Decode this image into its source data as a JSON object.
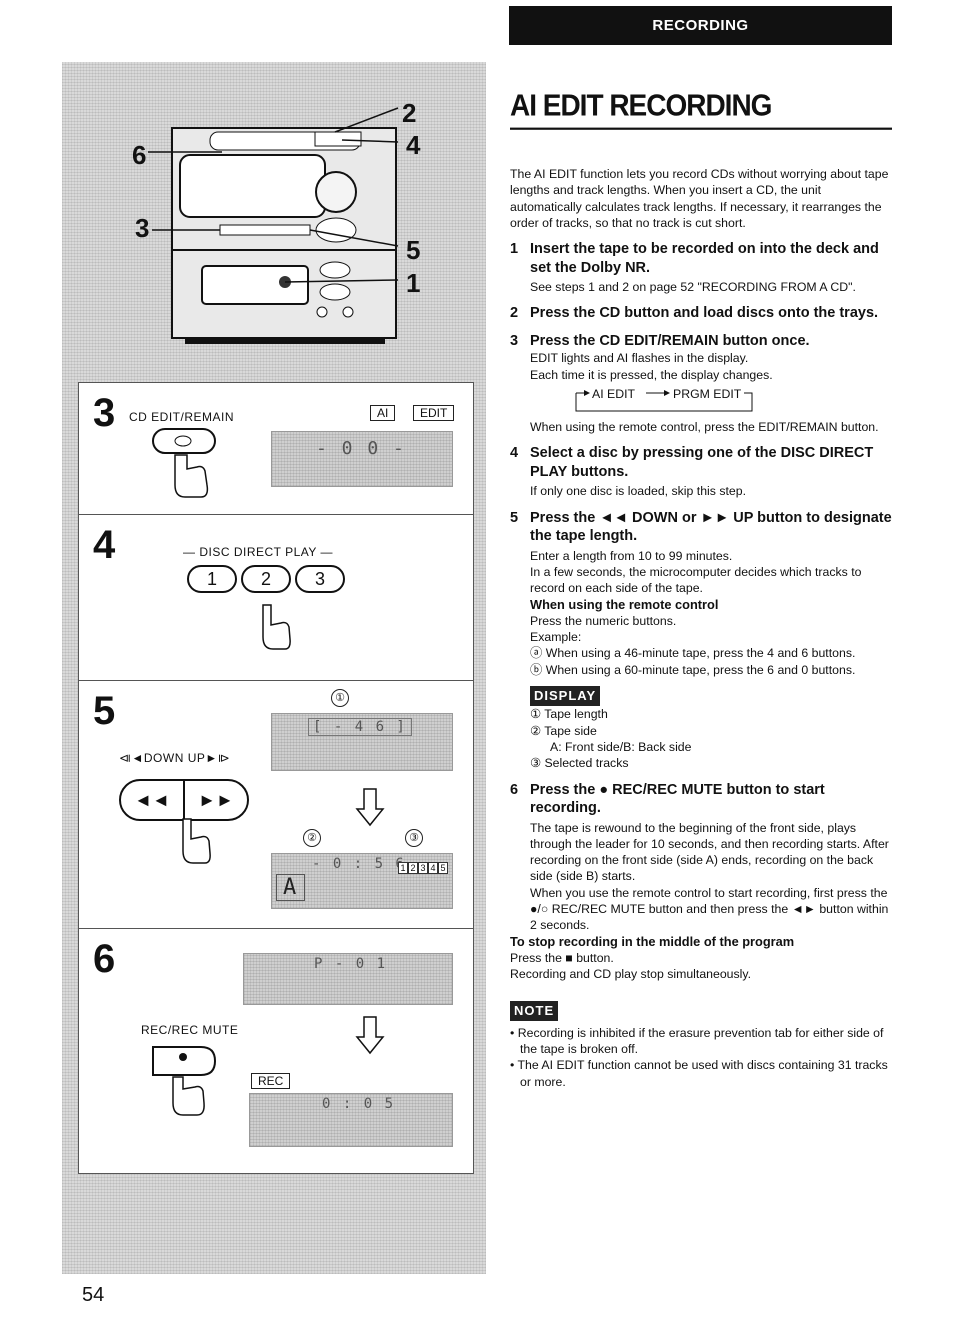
{
  "header": {
    "section": "RECORDING"
  },
  "title": "AI EDIT RECORDING",
  "intro": "The AI EDIT function lets you record CDs without worrying about tape lengths and track lengths.  When you insert a CD, the unit automatically calculates track lengths.  If necessary, it rearranges the order of tracks, so that no track is cut short.",
  "steps": [
    {
      "num": "1",
      "title": "Insert the tape to be recorded on into the deck and set the Dolby NR.",
      "body": "See steps 1 and 2 on page 52 \"RECORDING FROM A CD\"."
    },
    {
      "num": "2",
      "title": "Press the CD button and load discs onto the trays."
    },
    {
      "num": "3",
      "title": "Press the CD EDIT/REMAIN button once.",
      "body1": "EDIT lights and AI flashes in the display.",
      "body2": "Each time it is pressed, the display changes.",
      "flow_a": "AI EDIT",
      "flow_b": "PRGM EDIT",
      "body3": "When using the remote control, press the EDIT/REMAIN button."
    },
    {
      "num": "4",
      "title": "Select a disc by pressing one of the DISC DIRECT PLAY buttons.",
      "body": "If only one disc is loaded, skip this step."
    },
    {
      "num": "5",
      "title": "Press the ◄◄ DOWN or ►► UP button to designate the tape length.",
      "body1": "Enter a length from 10 to 99 minutes.",
      "body2": "In a few seconds, the microcomputer decides which tracks to record on each side of the tape.",
      "remote_head": "When using the remote control",
      "remote1": "Press the numeric buttons.",
      "remote2": "Example:",
      "remote3": "ⓐ When using a 46-minute tape, press the 4 and 6 buttons.",
      "remote4": "ⓑ When using a 60-minute tape, press the 6 and 0 buttons."
    },
    {
      "num": "6",
      "title": "Press the ● REC/REC MUTE button to start recording.",
      "body1": "The tape is rewound to the beginning of the front side, plays through the leader for 10 seconds, and then recording starts. After recording on the front side (side A) ends, recording on the back side (side B) starts.",
      "body2": "When you use the remote control to start recording, first press the ●/○ REC/REC MUTE button and then press the ◄► button within 2 seconds."
    }
  ],
  "display": {
    "badge": "DISPLAY",
    "items": [
      "① Tape length",
      "② Tape side",
      "A: Front side/B: Back side",
      "③ Selected tracks"
    ]
  },
  "stop": {
    "head": "To stop recording in the middle of the program",
    "line1": "Press the ■ button.",
    "line2": "Recording and CD play stop simultaneously."
  },
  "note": {
    "badge": "NOTE",
    "items": [
      "Recording is inhibited if the erasure prevention tab for either side of the tape is broken off.",
      "The AI EDIT function cannot be used with discs containing 31 tracks or more."
    ]
  },
  "illustration": {
    "callouts": [
      "6",
      "3",
      "2",
      "4",
      "5",
      "1"
    ],
    "panel3": {
      "num": "3",
      "label": "CD EDIT/REMAIN",
      "tag_ai": "AI",
      "tag_edit": "EDIT",
      "lcd": "- 0 0 -"
    },
    "panel4": {
      "num": "4",
      "label": "— DISC DIRECT PLAY —",
      "buttons": [
        "1",
        "2",
        "3"
      ]
    },
    "panel5": {
      "num": "5",
      "label": "⧏◄DOWN   UP►⧐",
      "circle1": "①",
      "circle2": "②",
      "circle3": "③",
      "lcd1": "[ - 4 6 ]",
      "lcd2": "- 0 : 5 6",
      "side": "A"
    },
    "panel6": {
      "num": "6",
      "label": "REC/REC MUTE",
      "tag_rec": "REC",
      "lcd1": "P - 0 1",
      "lcd2": "0 : 0 5"
    }
  },
  "page_number": "54"
}
